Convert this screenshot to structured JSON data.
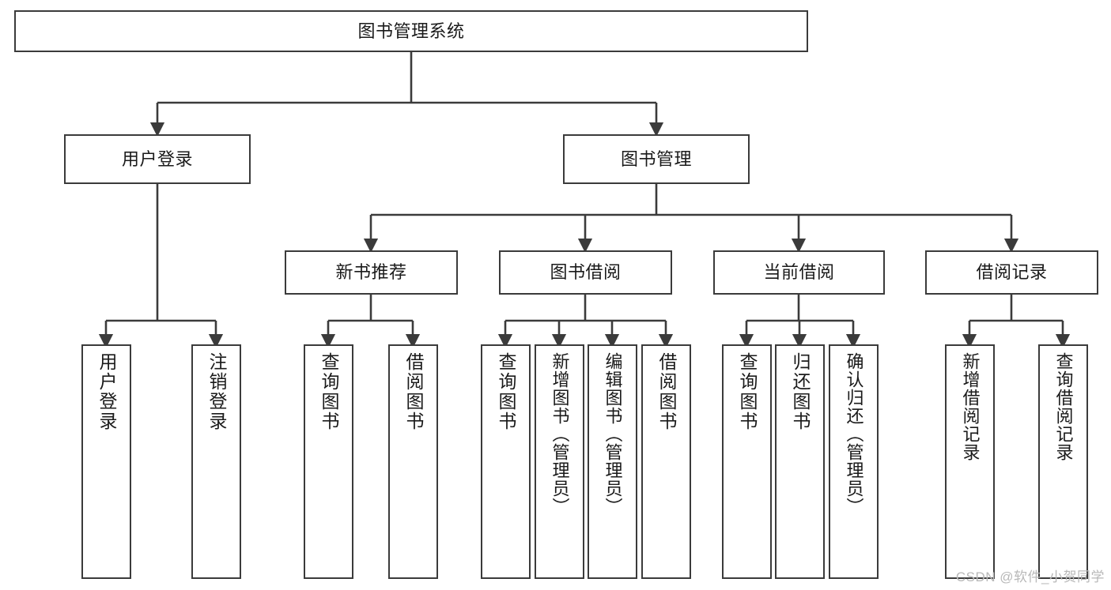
{
  "diagram": {
    "title": "图书管理系统",
    "type": "tree-hierarchy",
    "root": {
      "label": "图书管理系统"
    },
    "level2": [
      {
        "label": "用户登录"
      },
      {
        "label": "图书管理"
      }
    ],
    "level3": [
      {
        "label": "新书推荐"
      },
      {
        "label": "图书借阅"
      },
      {
        "label": "当前借阅"
      },
      {
        "label": "借阅记录"
      }
    ],
    "leaves": {
      "user_login": [
        {
          "label": "用户登录"
        },
        {
          "label": "注销登录"
        }
      ],
      "new_book_recommend": [
        {
          "label": "查询图书"
        },
        {
          "label": "借阅图书"
        }
      ],
      "book_borrow": [
        {
          "label": "查询图书"
        },
        {
          "label": "新增图书（管理员）"
        },
        {
          "label": "编辑图书（管理员）"
        },
        {
          "label": "借阅图书"
        }
      ],
      "current_borrow": [
        {
          "label": "查询图书"
        },
        {
          "label": "归还图书"
        },
        {
          "label": "确认归还（管理员）"
        }
      ],
      "borrow_record": [
        {
          "label": "新增借阅记录"
        },
        {
          "label": "查询借阅记录"
        }
      ]
    }
  },
  "watermark": {
    "text": "CSDN @软件_小贺同学"
  },
  "colors": {
    "border": "#3b3b3b",
    "background": "#ffffff",
    "text": "#1a1a1a",
    "watermark": "#b8b8b8"
  }
}
